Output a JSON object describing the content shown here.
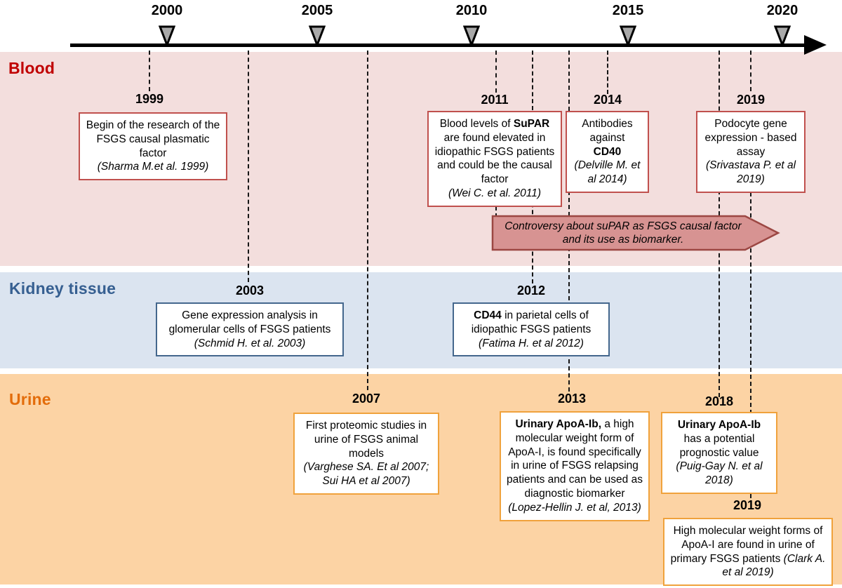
{
  "timeline": {
    "years": [
      "2000",
      "2005",
      "2010",
      "2015",
      "2020"
    ]
  },
  "sections": {
    "blood": {
      "label": "Blood"
    },
    "kidney": {
      "label": "Kidney tissue"
    },
    "urine": {
      "label": "Urine"
    }
  },
  "arrow": {
    "text": "Controversy about suPAR as FSGS causal factor and its use as biomarker."
  },
  "events": {
    "e1999": {
      "year": "1999",
      "lead": "Begin of the research of the FSGS causal plasmatic factor",
      "bold": "",
      "rest": "",
      "citation": "(Sharma M.et al. 1999)"
    },
    "e2011": {
      "year": "2011",
      "lead": "Blood levels of ",
      "bold": "SuPAR",
      "rest": " are found elevated in idiopathic FSGS patients and could be the causal factor",
      "citation": "(Wei C. et al. 2011)"
    },
    "e2014": {
      "year": "2014",
      "lead": "Antibodies against ",
      "bold": "CD40",
      "rest": "",
      "citation": "(Delville M. et al 2014)"
    },
    "e2019b": {
      "year": "2019",
      "lead": "Podocyte gene expression - based assay",
      "bold": "",
      "rest": "",
      "citation": "(Srivastava P. et al 2019)"
    },
    "e2003": {
      "year": "2003",
      "lead": "Gene expression analysis in glomerular cells of FSGS patients ",
      "bold": "",
      "rest": "",
      "citation": "(Schmid H. et al. 2003)"
    },
    "e2012": {
      "year": "2012",
      "lead": "",
      "bold": "CD44",
      "rest": " in parietal cells of idiopathic FSGS patients",
      "citation": "(Fatima H. et al 2012)"
    },
    "e2007": {
      "year": "2007",
      "lead": "First proteomic studies in urine of FSGS animal models",
      "bold": "",
      "rest": "",
      "citation": "(Varghese SA. Et al 2007; Sui HA et al 2007)"
    },
    "e2013": {
      "year": "2013",
      "lead": "",
      "bold": "Urinary ApoA-Ib,",
      "rest": " a high molecular weight form of ApoA-I, is found specifically in urine of FSGS relapsing patients and can be used as diagnostic biomarker",
      "citation": "(Lopez-Hellin J. et al, 2013)"
    },
    "e2018": {
      "year": "2018",
      "lead": "",
      "bold": "Urinary ApoA-Ib",
      "rest": " has a potential prognostic value",
      "citation": "(Puig-Gay N. et al 2018)"
    },
    "e2019u": {
      "year": "2019",
      "lead": "High molecular weight forms of ApoA-I are found in urine of primary FSGS patients ",
      "bold": "",
      "rest": "",
      "citation": "(Clark A. et al 2019)"
    }
  },
  "colors": {
    "blood_band": "#f3dedd",
    "blood_accent": "#c00000",
    "blood_box_border": "#c0504d",
    "kidney_band": "#dbe4f0",
    "kidney_accent": "#365f91",
    "kidney_box_border": "#44678d",
    "urine_band": "#fcd3a4",
    "urine_accent": "#e36c0a",
    "urine_box_border": "#f0a23c",
    "arrow_fill": "#d79392",
    "arrow_border": "#9c4743",
    "marker_fill": "#a9a9a9"
  }
}
